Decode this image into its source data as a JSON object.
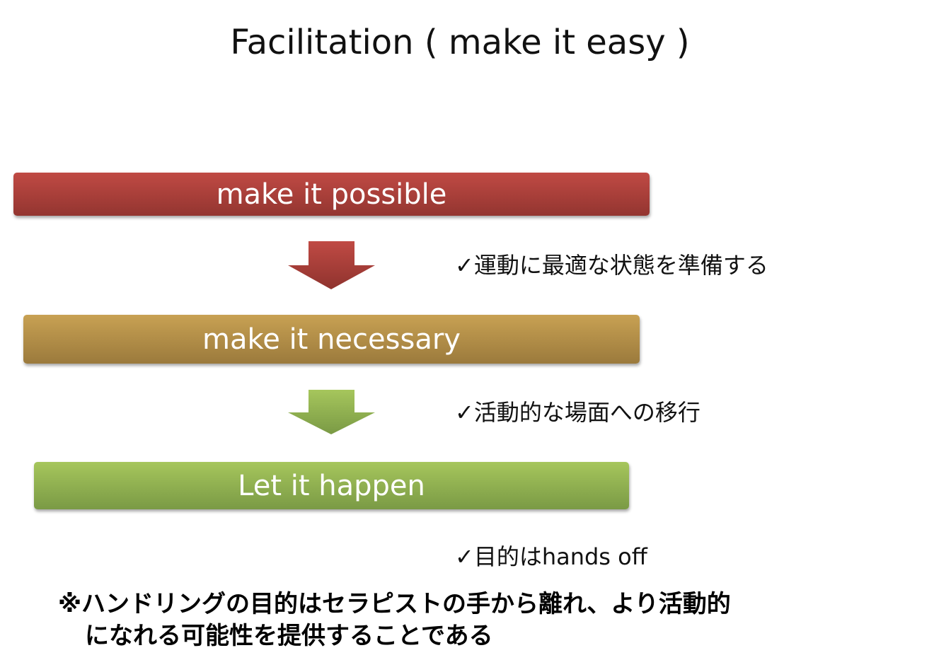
{
  "title": "Facilitation ( make it easy )",
  "steps": [
    {
      "label": "make it possible",
      "color": "#b4433e"
    },
    {
      "label": "make it necessary",
      "color": "#b58e48"
    },
    {
      "label": "Let it happen",
      "color": "#92b452"
    }
  ],
  "arrows": [
    {
      "icon": "down-arrow-icon",
      "color": "#b4433e"
    },
    {
      "icon": "down-arrow-icon",
      "color": "#92b452"
    }
  ],
  "bullets": [
    "✓運動に最適な状態を準備する",
    "✓活動的な場面への移行",
    "✓目的はhands off"
  ],
  "note": {
    "line1": "※ハンドリングの目的はセラピストの手から離れ、より活動的",
    "line2": "になれる可能性を提供することである"
  }
}
